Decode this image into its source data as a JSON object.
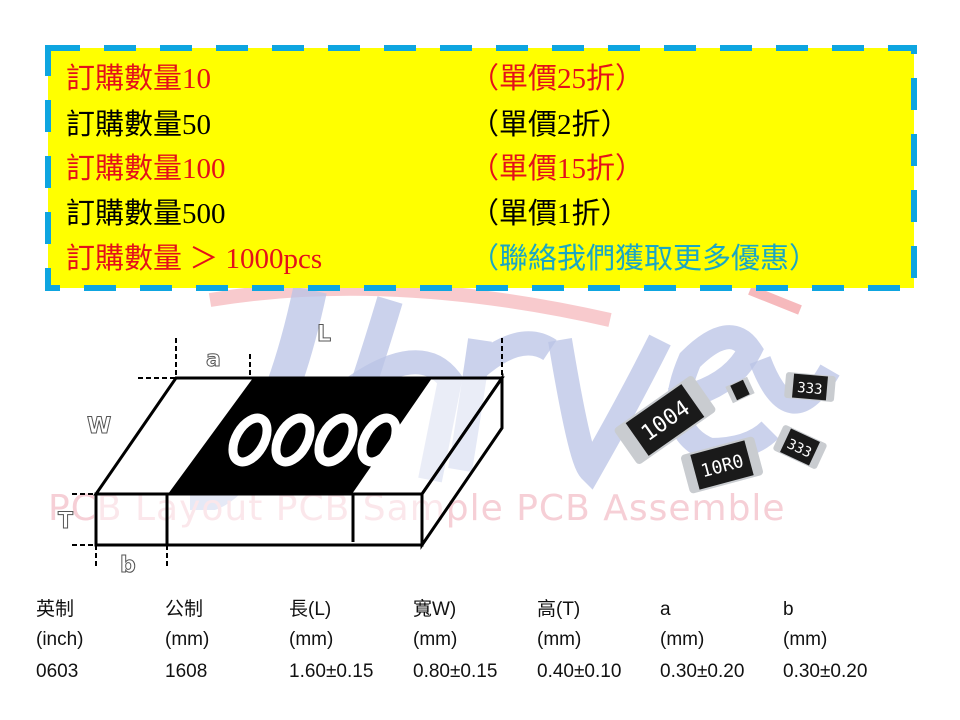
{
  "promo": {
    "rows": [
      {
        "quantity": "訂購數量10",
        "discount": "（單價25折）",
        "color": "#e4101a"
      },
      {
        "quantity": "訂購數量50",
        "discount": "（單價2折）",
        "color": "#000000"
      },
      {
        "quantity": "訂購數量100",
        "discount": "（單價15折）",
        "color": "#e4101a"
      },
      {
        "quantity": "訂購數量500",
        "discount": "（單價1折）",
        "color": "#000000"
      },
      {
        "quantity": "訂購數量 ＞ 1000pcs",
        "discount": "（聯絡我們獲取更多優惠）",
        "color": "#e4101a",
        "discount_color": "#1aa6c4"
      }
    ],
    "background": "#ffff00",
    "border_color": "#0ea5e0"
  },
  "watermark": {
    "logo": "Jahvey",
    "text": "PCB Layout PCB Sample  PCB Assemble"
  },
  "diagram": {
    "marking": "0000",
    "labels": {
      "L": "L",
      "a": "a",
      "W": "W",
      "T": "T",
      "b": "b"
    }
  },
  "photo": {
    "chip_markings": [
      "1004",
      "333",
      "333",
      "10R0"
    ]
  },
  "spec_table": {
    "headers": [
      {
        "line1": "英制",
        "line2": "(inch)"
      },
      {
        "line1": "公制",
        "line2": "(mm)"
      },
      {
        "line1": "長(L)",
        "line2": "(mm)"
      },
      {
        "line1": "寬W)",
        "line2": "(mm)"
      },
      {
        "line1": "高(T)",
        "line2": "(mm)"
      },
      {
        "line1": "a",
        "line2": "(mm)"
      },
      {
        "line1": "b",
        "line2": "(mm)"
      }
    ],
    "rows": [
      [
        "0603",
        "1608",
        "1.60±0.15",
        "0.80±0.15",
        "0.40±0.10",
        "0.30±0.20",
        "0.30±0.20"
      ]
    ]
  }
}
